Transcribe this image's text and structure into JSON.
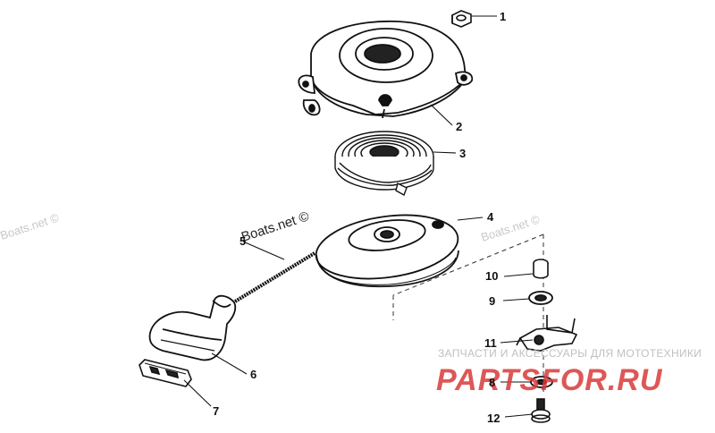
{
  "diagram": {
    "callouts": [
      {
        "id": "part-1",
        "label": "1"
      },
      {
        "id": "part-2",
        "label": "2"
      },
      {
        "id": "part-3",
        "label": "3"
      },
      {
        "id": "part-4",
        "label": "4"
      },
      {
        "id": "part-5",
        "label": "5"
      },
      {
        "id": "part-6",
        "label": "6"
      },
      {
        "id": "part-7",
        "label": "7"
      },
      {
        "id": "part-8",
        "label": "8"
      },
      {
        "id": "part-9",
        "label": "9"
      },
      {
        "id": "part-10",
        "label": "10"
      },
      {
        "id": "part-11",
        "label": "11"
      },
      {
        "id": "part-12",
        "label": "12"
      }
    ]
  },
  "watermarks": {
    "boats_left": "Boats.net ©",
    "boats_center": "Boats.net ©",
    "boats_right": "Boats.net ©"
  },
  "banner": {
    "tagline": "ЗАПЧАСТИ И АКСЕССУАРЫ ДЛЯ МОТОТЕХНИКИ",
    "brand": "PARTSFOR.RU",
    "brand_color": "#d93a3a"
  }
}
